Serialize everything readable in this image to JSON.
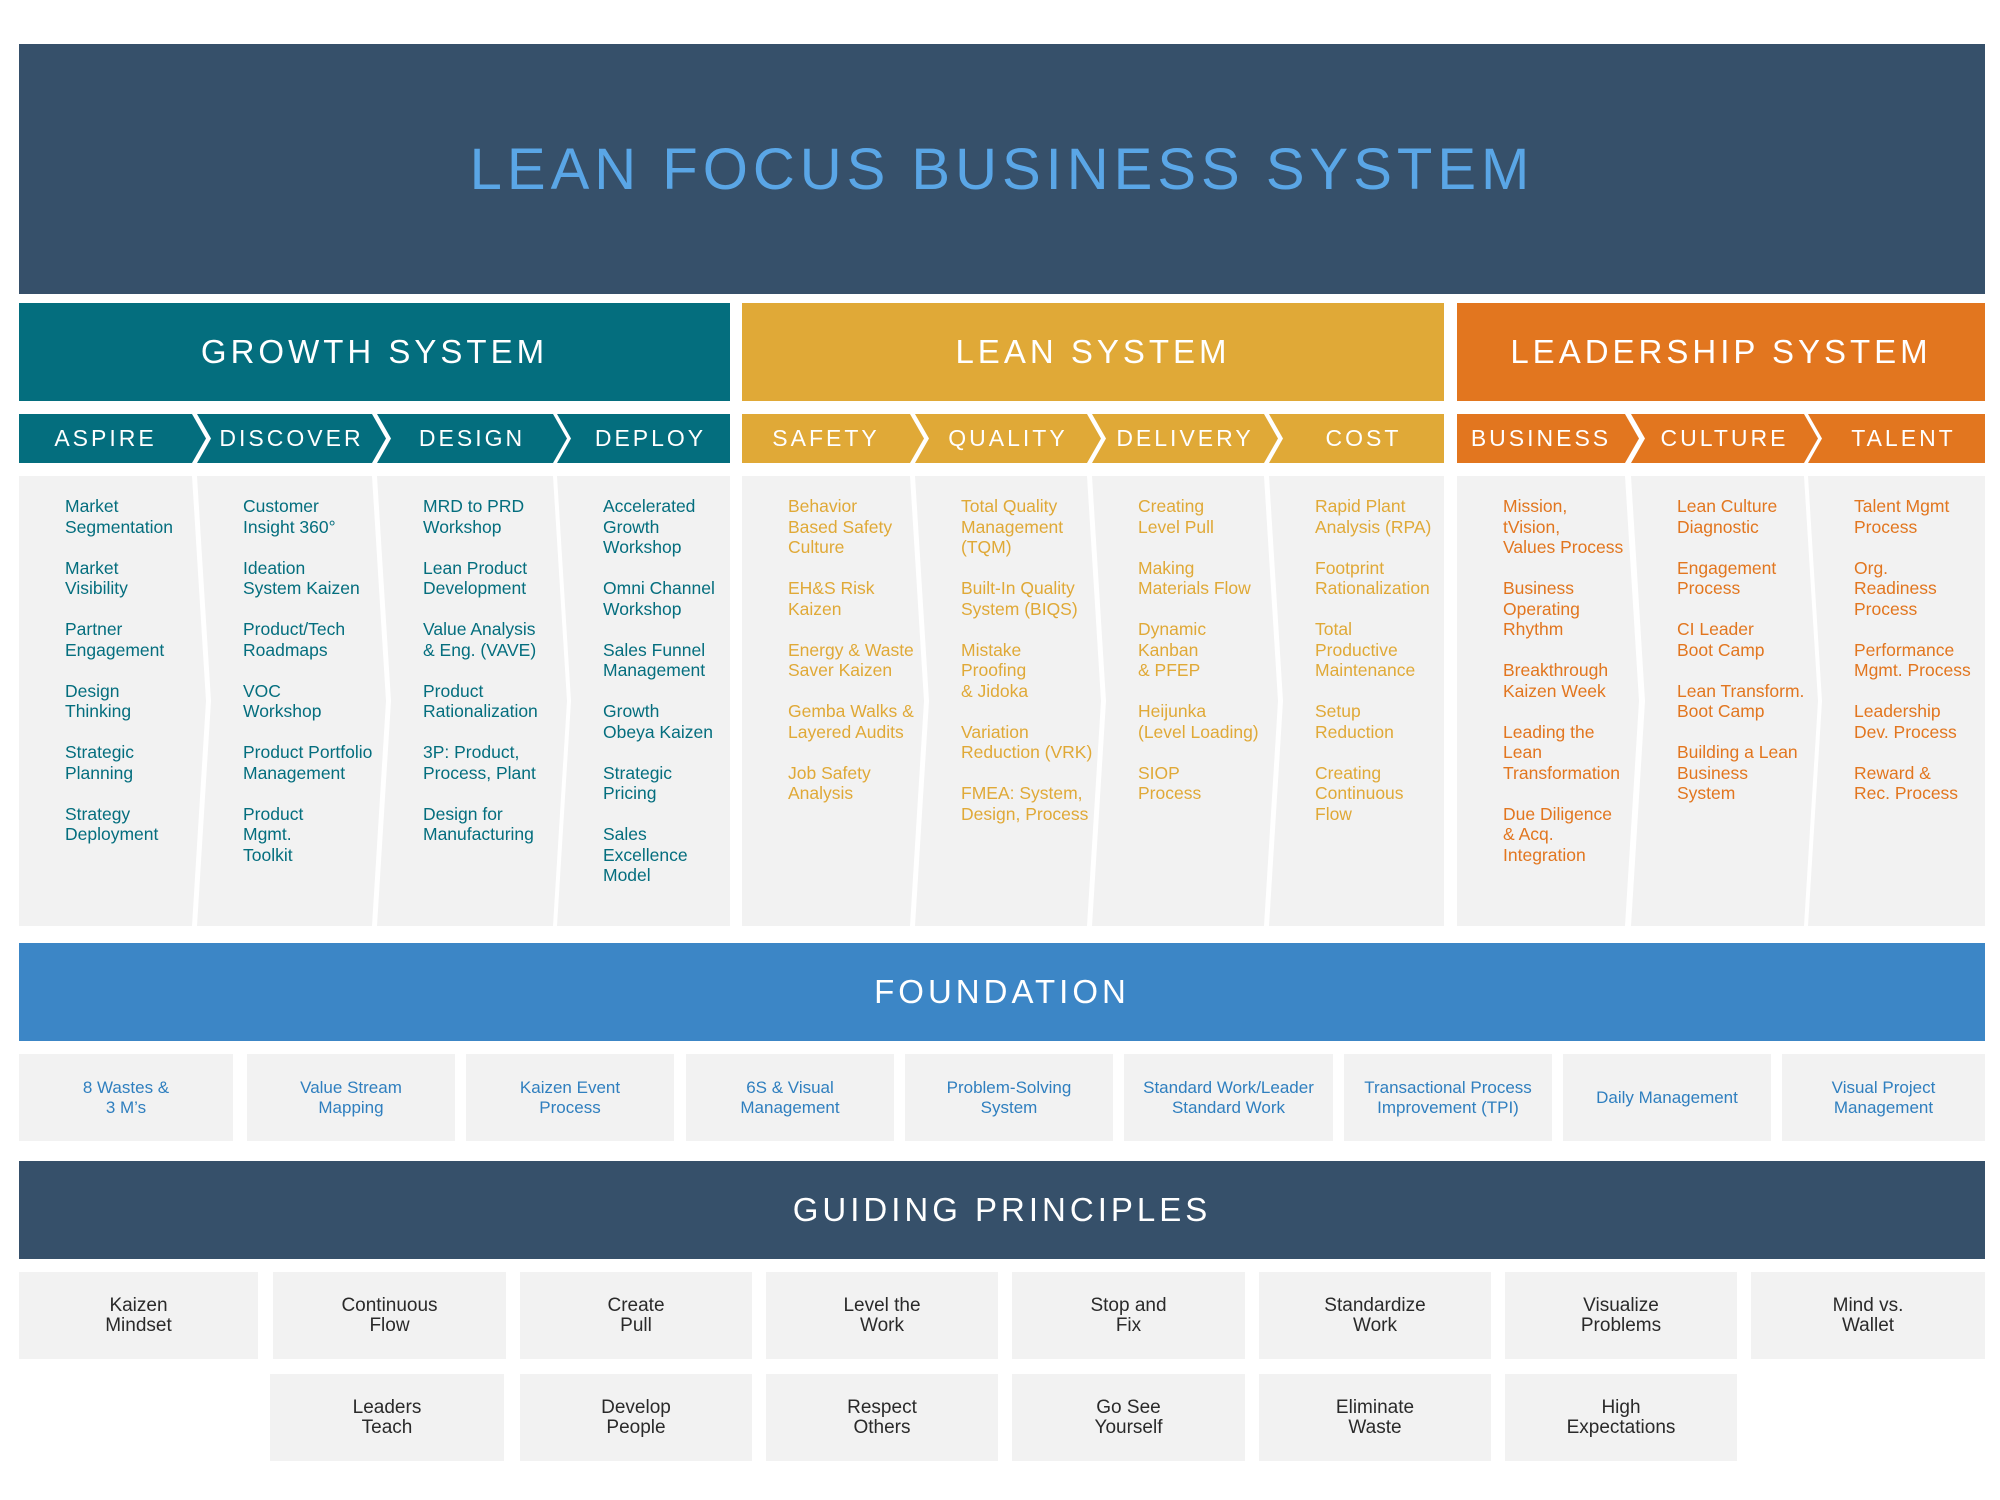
{
  "title": "LEAN FOCUS BUSINESS SYSTEM",
  "colors": {
    "navy": "#36506a",
    "growth_teal": "#046e7e",
    "lean_gold": "#e0a937",
    "leadership_orange": "#e2761f",
    "foundation_blue": "#3c86c6",
    "panel_gray": "#f2f2f2"
  },
  "systems": [
    {
      "title": "GROWTH SYSTEM",
      "color": "#046e7e",
      "text_color": "#046e7e",
      "stages": [
        {
          "label": "ASPIRE",
          "items": [
            "Market\nSegmentation",
            "Market\nVisibility",
            "Partner\nEngagement",
            "Design\nThinking",
            "Strategic\nPlanning",
            "Strategy\nDeployment"
          ]
        },
        {
          "label": "DISCOVER",
          "items": [
            "Customer\nInsight 360°",
            "Ideation\nSystem Kaizen",
            "Product/Tech\nRoadmaps",
            "VOC\nWorkshop",
            "Product Portfolio\nManagement",
            "Product\nMgmt.\nToolkit"
          ]
        },
        {
          "label": "DESIGN",
          "items": [
            "MRD to PRD\nWorkshop",
            "Lean Product\nDevelopment",
            "Value Analysis\n& Eng. (VAVE)",
            "Product\nRationalization",
            "3P: Product,\nProcess, Plant",
            "Design for\nManufacturing"
          ]
        },
        {
          "label": "DEPLOY",
          "items": [
            "Accelerated\nGrowth\nWorkshop",
            "Omni Channel\nWorkshop",
            "Sales Funnel\nManagement",
            "Growth\nObeya Kaizen",
            "Strategic\nPricing",
            "Sales\nExcellence\nModel"
          ]
        }
      ]
    },
    {
      "title": "LEAN SYSTEM",
      "color": "#e0a937",
      "text_color": "#e0a937",
      "stages": [
        {
          "label": "SAFETY",
          "items": [
            "Behavior\nBased Safety\n Culture",
            "EH&S Risk\nKaizen",
            "Energy & Waste\nSaver Kaizen",
            "Gemba Walks &\nLayered Audits",
            "Job Safety\nAnalysis"
          ]
        },
        {
          "label": "QUALITY",
          "items": [
            "Total Quality\nManagement\n(TQM)",
            "Built-In Quality\nSystem (BIQS)",
            "Mistake\nProofing\n& Jidoka",
            "Variation\nReduction (VRK)",
            "FMEA: System,\nDesign, Process"
          ]
        },
        {
          "label": "DELIVERY",
          "items": [
            "Creating\nLevel Pull",
            "Making\nMaterials Flow",
            "Dynamic Kanban\n& PFEP",
            "Heijunka\n(Level Loading)",
            "SIOP\nProcess"
          ]
        },
        {
          "label": "COST",
          "items": [
            "Rapid Plant\nAnalysis (RPA)",
            "Footprint\nRationalization",
            "Total\nProductive\nMaintenance",
            "Setup\nReduction",
            "Creating\nContinuous\nFlow"
          ]
        }
      ]
    },
    {
      "title": "LEADERSHIP SYSTEM",
      "color": "#e2761f",
      "text_color": "#e2761f",
      "stages": [
        {
          "label": "BUSINESS",
          "items": [
            "Mission,\ntVision,\nValues Process",
            "Business\nOperating\nRhythm",
            "Breakthrough\nKaizen Week",
            "Leading the Lean\nTransformation",
            "Due Diligence\n& Acq.\nIntegration"
          ]
        },
        {
          "label": "CULTURE",
          "items": [
            "Lean Culture\nDiagnostic",
            "Engagement\nProcess",
            "CI Leader\nBoot Camp",
            "Lean Transform.\nBoot Camp",
            "Building a Lean\nBusiness System"
          ]
        },
        {
          "label": "TALENT",
          "items": [
            "Talent Mgmt\nProcess",
            "Org.\nReadiness\nProcess",
            "Performance\nMgmt. Process",
            "Leadership\nDev. Process",
            "Reward &\nRec. Process"
          ]
        }
      ]
    }
  ],
  "foundation": {
    "title": "FOUNDATION",
    "items": [
      "8 Wastes &\n3 M’s",
      "Value Stream\nMapping",
      "Kaizen Event\nProcess",
      "6S & Visual\nManagement",
      "Problem-Solving\nSystem",
      "Standard Work/Leader\nStandard Work",
      "Transactional Process\nImprovement (TPI)",
      "Daily Management",
      "Visual Project\nManagement"
    ]
  },
  "guiding_principles": {
    "title": "GUIDING PRINCIPLES",
    "row1": [
      "Kaizen\nMindset",
      "Continuous\nFlow",
      "Create\nPull",
      "Level the\nWork",
      "Stop and\nFix",
      "Standardize\nWork",
      "Visualize\nProblems",
      "Mind vs.\nWallet"
    ],
    "row2": [
      "Leaders\nTeach",
      "Develop\nPeople",
      "Respect\nOthers",
      "Go See\nYourself",
      "Eliminate\nWaste",
      "High\nExpectations"
    ]
  }
}
